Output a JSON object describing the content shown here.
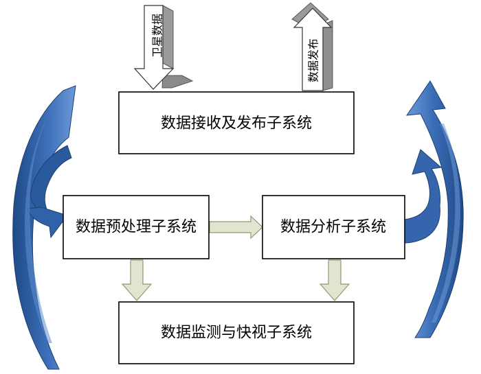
{
  "boxes": {
    "receive_publish": "数据接收及发布子系统",
    "preprocess": "数据预处理子系统",
    "analysis": "数据分析子系统",
    "monitor": "数据监测与快视子系统"
  },
  "io_arrows": {
    "input_label": "卫星数据",
    "output_label": "数据发布"
  },
  "colors": {
    "box_border": "#000000",
    "flow_arrow_fill": "#dfe5cf",
    "flow_arrow_stroke": "#8c9a72",
    "io_arrow_front": "#ffffff",
    "io_arrow_side": "#8f8f8f",
    "loop_arrow_dark": "#254f8c",
    "loop_arrow_light": "#5c8ed0"
  }
}
